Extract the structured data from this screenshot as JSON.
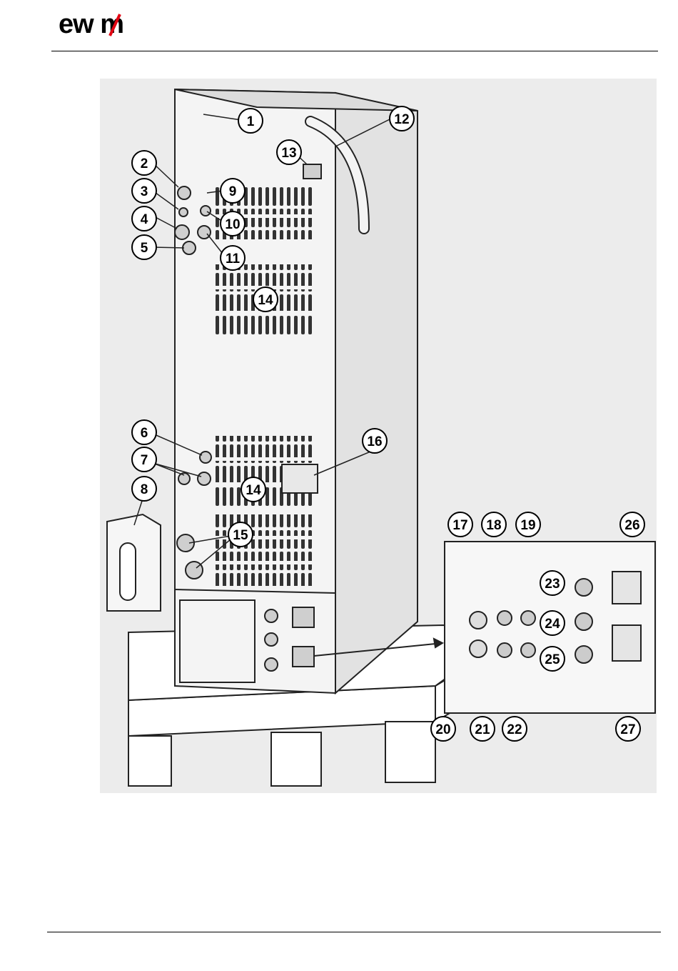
{
  "brand": {
    "logo_text": "ewm",
    "accent_color": "#e30613"
  },
  "figure": {
    "callouts": [
      "1",
      "2",
      "3",
      "4",
      "5",
      "6",
      "7",
      "8",
      "9",
      "10",
      "11",
      "12",
      "13",
      "14",
      "14",
      "15",
      "16",
      "17",
      "18",
      "19",
      "20",
      "21",
      "22",
      "23",
      "24",
      "25",
      "26",
      "27"
    ]
  }
}
